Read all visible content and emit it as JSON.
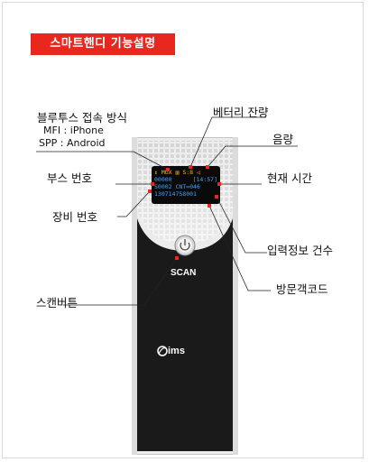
{
  "title": "스마트핸디 기능설명",
  "labels": {
    "bluetooth": "블루투스 접속 방식",
    "mfi": "MFI : iPhone",
    "spp": "SPP : Android",
    "battery": "베터리 잔량",
    "volume": "음량",
    "booth": "부스 번호",
    "time": "현재 시간",
    "device_no": "장비 번호",
    "count": "입력정보 건수",
    "visitor_code": "방문객코드",
    "scan_button": "스캔버튼"
  },
  "screen": {
    "row1": [
      "↕",
      "MUX",
      "▥",
      "S:8",
      "◁"
    ],
    "row2_left": "00000",
    "row2_right": "[14:57]",
    "row3": "S0002  CNT=046",
    "row4": "130714758001"
  },
  "device": {
    "scan_label": "SCAN",
    "brand": "ims",
    "power_icon": "power-icon"
  },
  "colors": {
    "accent": "#e8281e",
    "screen_text": "#ffb000",
    "screen_blue": "#3ea7ff",
    "device_body": "#1a1a1a"
  }
}
